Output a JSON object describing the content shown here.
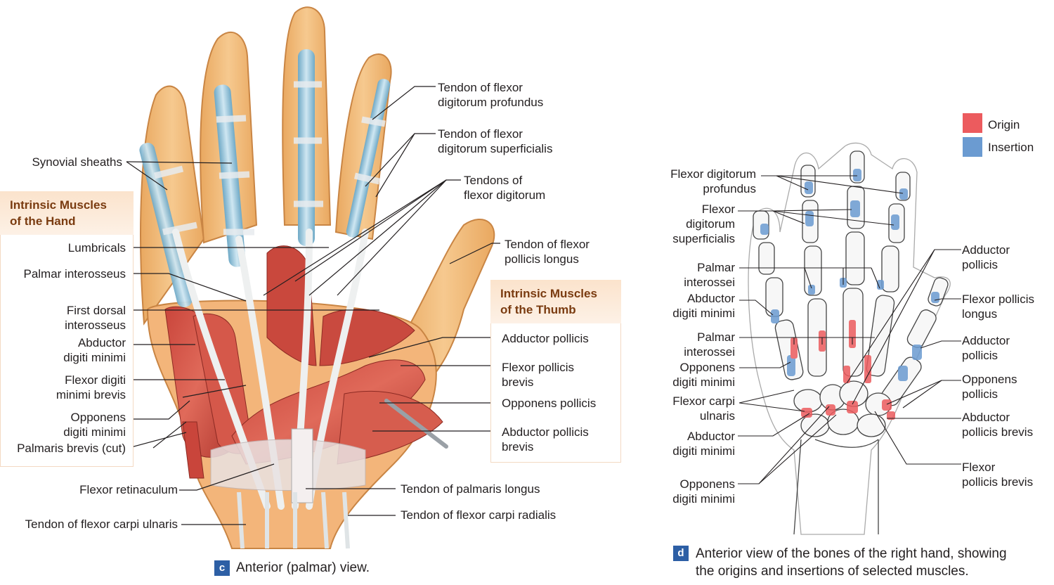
{
  "colors": {
    "origin": "#ec5b5e",
    "insertion": "#6b9bd1",
    "badge": "#2d5fa5",
    "box_header_text": "#7a3b10"
  },
  "panel_c": {
    "badge": "c",
    "caption": "Anterior (palmar) view.",
    "box_title": "Intrinsic Muscles\nof the Hand",
    "thumb_box_title": "Intrinsic Muscles\nof the Thumb",
    "labels": {
      "synovial_sheaths": "Synovial sheaths",
      "lumbricals": "Lumbricals",
      "palmar_interosseus": "Palmar interosseus",
      "first_dorsal": "First dorsal\ninterosseus",
      "abductor_digiti_minimi": "Abductor\ndigiti minimi",
      "flexor_digiti_minimi_brevis": "Flexor digiti\nminimi brevis",
      "opponens_digiti_minimi": "Opponens\ndigiti minimi",
      "palmaris_brevis": "Palmaris brevis (cut)",
      "flexor_retinaculum": "Flexor retinaculum",
      "tendon_fcu": "Tendon of flexor carpi ulnaris",
      "tendon_fdp": "Tendon of flexor\ndigitorum profundus",
      "tendon_fds": "Tendon of flexor\ndigitorum superficialis",
      "tendons_fd": "Tendons of\nflexor digitorum",
      "tendon_fpl": "Tendon of flexor\npollicis longus",
      "adductor_pollicis": "Adductor pollicis",
      "flexor_pollicis_brevis": "Flexor pollicis\nbrevis",
      "opponens_pollicis": "Opponens pollicis",
      "abductor_pollicis_brevis": "Abductor pollicis\nbrevis",
      "tendon_palmaris_longus": "Tendon of palmaris longus",
      "tendon_fcr": "Tendon of flexor carpi radialis"
    }
  },
  "panel_d": {
    "badge": "d",
    "caption": "Anterior view of the bones of the right hand, showing\nthe origins and insertions of selected muscles.",
    "legend": {
      "origin": "Origin",
      "insertion": "Insertion"
    },
    "labels": {
      "fdp": "Flexor digitorum\nprofundus",
      "fds": "Flexor\ndigitorum\nsuperficialis",
      "palmar_interossei": "Palmar\ninterossei",
      "abductor_dm": "Abductor\ndigiti minimi",
      "palmar_interossei_2": "Palmar\ninterossei",
      "opponens_dm": "Opponens\ndigiti minimi",
      "fcu": "Flexor carpi\nulnaris",
      "abductor_dm_2": "Abductor\ndigiti minimi",
      "opponens_dm_2": "Opponens\ndigiti minimi",
      "adductor_p": "Adductor\npollicis",
      "fpl": "Flexor pollicis\nlongus",
      "adductor_p_2": "Adductor\npollicis",
      "opponens_p": "Opponens\npollicis",
      "abductor_pb": "Abductor\npollicis brevis",
      "flexor_pb": "Flexor\npollicis brevis"
    }
  }
}
